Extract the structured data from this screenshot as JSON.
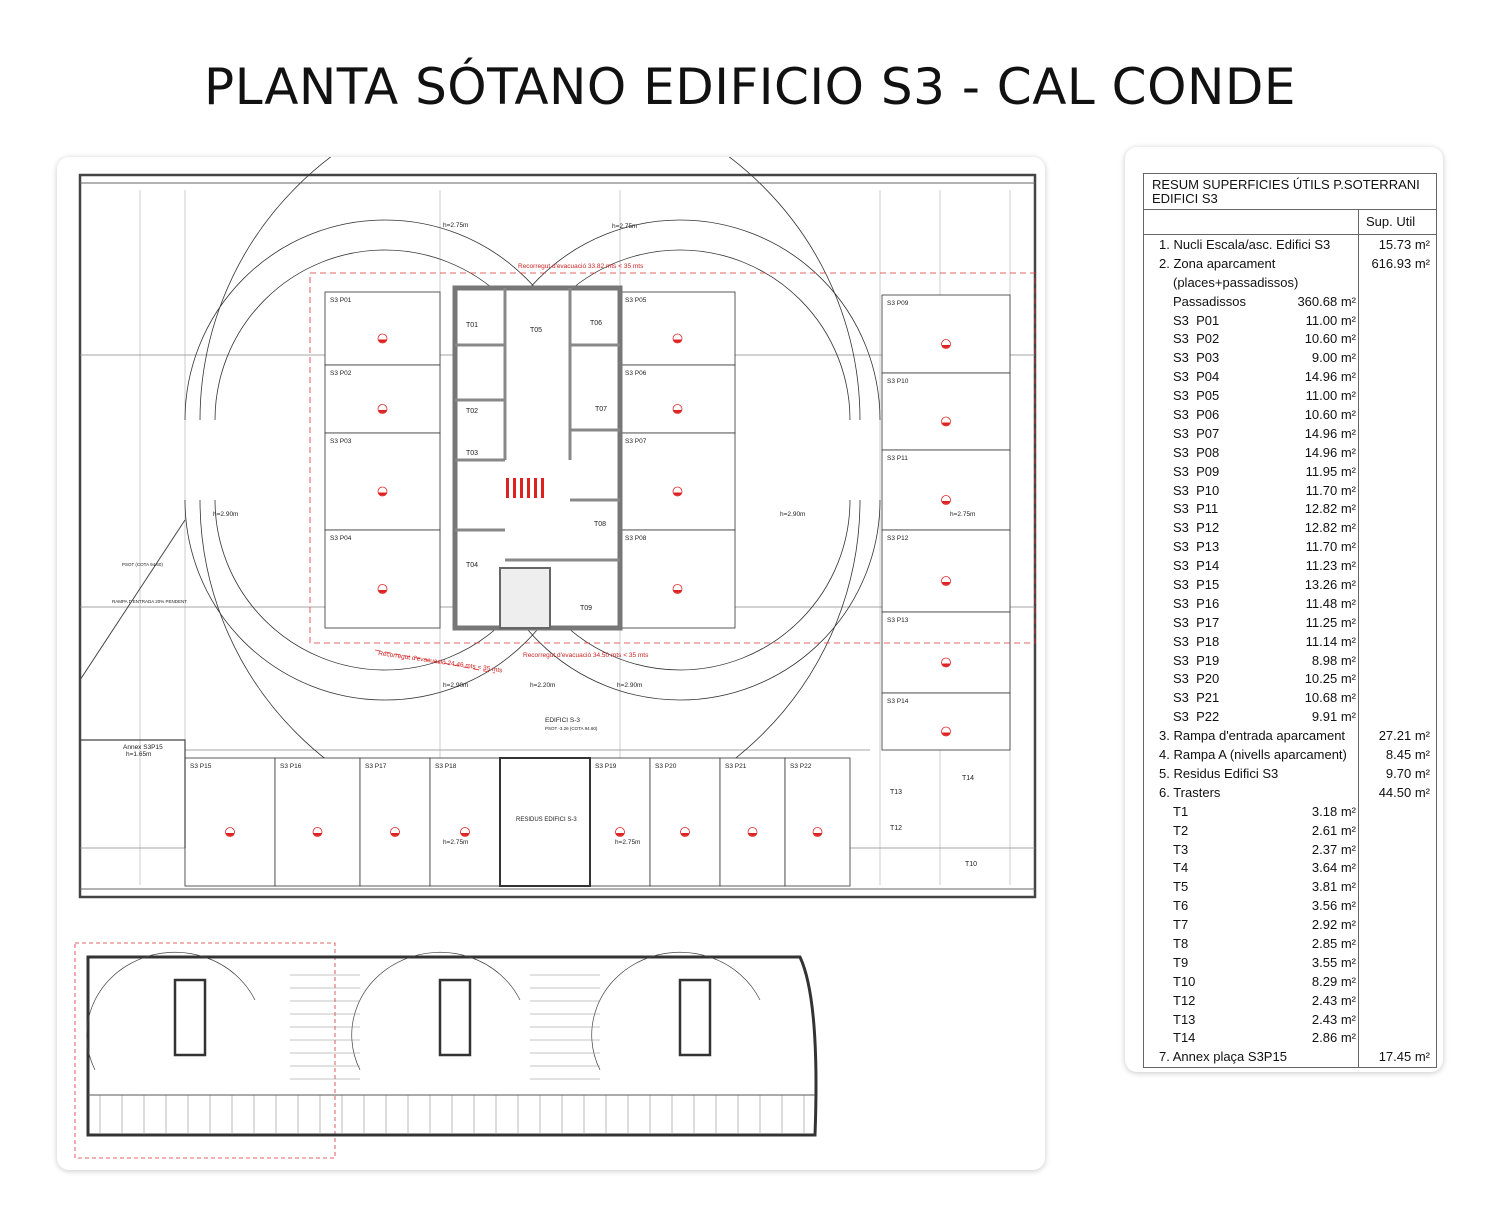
{
  "title": "PLANTA SÓTANO EDIFICIO S3 - CAL CONDE",
  "plan": {
    "parking_left": [
      "S3 P01",
      "S3 P02",
      "S3 P03",
      "S3 P04"
    ],
    "parking_right": [
      "S3 P05",
      "S3 P06",
      "S3 P07",
      "S3 P08"
    ],
    "parking_column": [
      "S3 P09",
      "S3 P10",
      "S3 P11",
      "S3 P12",
      "S3 P13",
      "S3 P14"
    ],
    "parking_bottom": [
      "S3 P15",
      "S3 P16",
      "S3 P17",
      "S3 P18",
      "S3 P19",
      "S3 P20",
      "S3 P21",
      "S3 P22"
    ],
    "storage": [
      "T01",
      "T02",
      "T03",
      "T04",
      "T05",
      "T06",
      "T07",
      "T08",
      "T09",
      "T10",
      "T12",
      "T13",
      "T14"
    ],
    "heights": [
      "h=2.75m",
      "h=2.75m",
      "h=2.90m",
      "h=2.90m",
      "h=2.75m",
      "h=2.90m",
      "h=2.20m",
      "h=2.90m",
      "h=2.75m",
      "h=2.75m"
    ],
    "evacuation": [
      "Recorregut d'evacuació 33.82 mts < 35 mts",
      "Recorregut d'evacuació 24.46 mts < 35 mts",
      "Recorregut d'evacuació 34.50 mts < 35 mts"
    ],
    "notes": [
      "EDIFICI S-3",
      "PSOT -3.26 (COTA 94.60)",
      "RESIDUS EDIFICI S-3",
      "Annex S3P15",
      "h=1.65m",
      "RAMPA D'ENTRADA 20% PENDENT",
      "PSOT (COTA 94.60)"
    ]
  },
  "table": {
    "title": "RESUM SUPERFICIES ÚTILS P.SOTERRANI EDIFICI S3",
    "column_header": "Sup. Util",
    "rows": [
      {
        "label": "1. Nucli Escala/asc. Edifici S3",
        "sub": "",
        "total": "15.73 m²",
        "indent": false
      },
      {
        "label": "2. Zona aparcament",
        "sub": "",
        "total": "616.93 m²",
        "indent": false
      },
      {
        "label": "(places+passadissos)",
        "sub": "",
        "total": "",
        "indent": true
      },
      {
        "label": "Passadissos",
        "sub": "360.68 m²",
        "total": "",
        "indent": true
      },
      {
        "label": "S3  P01",
        "sub": "11.00 m²",
        "total": "",
        "indent": true
      },
      {
        "label": "S3  P02",
        "sub": "10.60 m²",
        "total": "",
        "indent": true
      },
      {
        "label": "S3  P03",
        "sub": "9.00 m²",
        "total": "",
        "indent": true
      },
      {
        "label": "S3  P04",
        "sub": "14.96 m²",
        "total": "",
        "indent": true
      },
      {
        "label": "S3  P05",
        "sub": "11.00 m²",
        "total": "",
        "indent": true
      },
      {
        "label": "S3  P06",
        "sub": "10.60 m²",
        "total": "",
        "indent": true
      },
      {
        "label": "S3  P07",
        "sub": "14.96 m²",
        "total": "",
        "indent": true
      },
      {
        "label": "S3  P08",
        "sub": "14.96 m²",
        "total": "",
        "indent": true
      },
      {
        "label": "S3  P09",
        "sub": "11.95 m²",
        "total": "",
        "indent": true
      },
      {
        "label": "S3  P10",
        "sub": "11.70 m²",
        "total": "",
        "indent": true
      },
      {
        "label": "S3  P11",
        "sub": "12.82 m²",
        "total": "",
        "indent": true
      },
      {
        "label": "S3  P12",
        "sub": "12.82 m²",
        "total": "",
        "indent": true
      },
      {
        "label": "S3  P13",
        "sub": "11.70 m²",
        "total": "",
        "indent": true
      },
      {
        "label": "S3  P14",
        "sub": "11.23 m²",
        "total": "",
        "indent": true
      },
      {
        "label": "S3  P15",
        "sub": "13.26 m²",
        "total": "",
        "indent": true
      },
      {
        "label": "S3  P16",
        "sub": "11.48 m²",
        "total": "",
        "indent": true
      },
      {
        "label": "S3  P17",
        "sub": "11.25 m²",
        "total": "",
        "indent": true
      },
      {
        "label": "S3  P18",
        "sub": "11.14 m²",
        "total": "",
        "indent": true
      },
      {
        "label": "S3  P19",
        "sub": "8.98 m²",
        "total": "",
        "indent": true
      },
      {
        "label": "S3  P20",
        "sub": "10.25 m²",
        "total": "",
        "indent": true
      },
      {
        "label": "S3  P21",
        "sub": "10.68 m²",
        "total": "",
        "indent": true
      },
      {
        "label": "S3  P22",
        "sub": "9.91 m²",
        "total": "",
        "indent": true
      },
      {
        "label": "3. Rampa d'entrada aparcament",
        "sub": "",
        "total": "27.21 m²",
        "indent": false
      },
      {
        "label": "4. Rampa A (nivells aparcament)",
        "sub": "",
        "total": "8.45 m²",
        "indent": false
      },
      {
        "label": "5. Residus Edifici S3",
        "sub": "",
        "total": "9.70 m²",
        "indent": false
      },
      {
        "label": "6. Trasters",
        "sub": "",
        "total": "44.50 m²",
        "indent": false
      },
      {
        "label": "T1",
        "sub": "3.18 m²",
        "total": "",
        "indent": true
      },
      {
        "label": "T2",
        "sub": "2.61 m²",
        "total": "",
        "indent": true
      },
      {
        "label": "T3",
        "sub": "2.37 m²",
        "total": "",
        "indent": true
      },
      {
        "label": "T4",
        "sub": "3.64 m²",
        "total": "",
        "indent": true
      },
      {
        "label": "T5",
        "sub": "3.81 m²",
        "total": "",
        "indent": true
      },
      {
        "label": "T6",
        "sub": "3.56 m²",
        "total": "",
        "indent": true
      },
      {
        "label": "T7",
        "sub": "2.92 m²",
        "total": "",
        "indent": true
      },
      {
        "label": "T8",
        "sub": "2.85 m²",
        "total": "",
        "indent": true
      },
      {
        "label": "T9",
        "sub": "3.55 m²",
        "total": "",
        "indent": true
      },
      {
        "label": "T10",
        "sub": "8.29 m²",
        "total": "",
        "indent": true
      },
      {
        "label": "T12",
        "sub": "2.43 m²",
        "total": "",
        "indent": true
      },
      {
        "label": "T13",
        "sub": "2.43 m²",
        "total": "",
        "indent": true
      },
      {
        "label": "T14",
        "sub": "2.86 m²",
        "total": "",
        "indent": true
      },
      {
        "label": "7. Annex plaça S3P15",
        "sub": "",
        "total": "17.45 m²",
        "indent": false
      }
    ]
  }
}
